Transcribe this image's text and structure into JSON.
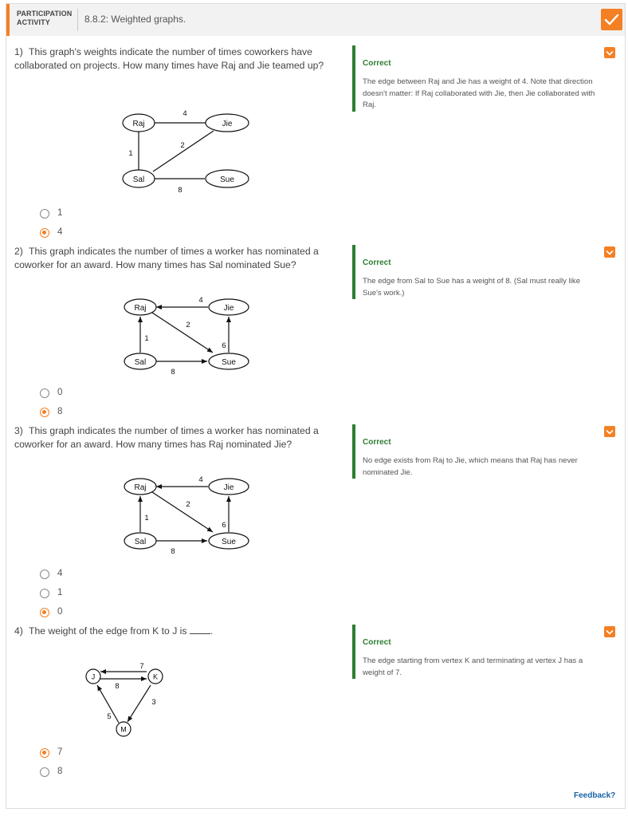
{
  "header": {
    "label": "PARTICIPATION ACTIVITY",
    "title": "8.8.2: Weighted graphs.",
    "icon": "check-icon",
    "accent": "#f48024"
  },
  "questions": [
    {
      "number": "1)",
      "text": "This graph's weights indicate the number of times coworkers have collaborated on projects. How many times have Raj and Jie teamed up?",
      "graph": {
        "nodes": [
          "Raj",
          "Jie",
          "Sal",
          "Sue"
        ],
        "edges": [
          {
            "from": "Raj",
            "to": "Jie",
            "weight": "4"
          },
          {
            "from": "Raj",
            "to": "Sal",
            "weight": "1"
          },
          {
            "from": "Sal",
            "to": "Jie",
            "weight": "2"
          },
          {
            "from": "Sal",
            "to": "Sue",
            "weight": "8"
          }
        ]
      },
      "options": [
        {
          "label": "1",
          "selected": false
        },
        {
          "label": "4",
          "selected": true
        }
      ],
      "feedback": {
        "status": "Correct",
        "text": "The edge between Raj and Jie has a weight of 4. Note that direction doesn't matter: If Raj collaborated with Jie, then Jie collaborated with Raj."
      }
    },
    {
      "number": "2)",
      "text": "This graph indicates the number of times a worker has nominated a coworker for an award. How many times has Sal nominated Sue?",
      "graph": {
        "nodes": [
          "Raj",
          "Jie",
          "Sal",
          "Sue"
        ],
        "edges": [
          {
            "from": "Jie",
            "to": "Raj",
            "weight": "4"
          },
          {
            "from": "Sal",
            "to": "Raj",
            "weight": "1"
          },
          {
            "from": "Raj",
            "to": "Sue",
            "weight": "2"
          },
          {
            "from": "Sue",
            "to": "Jie",
            "weight": "6"
          },
          {
            "from": "Sal",
            "to": "Sue",
            "weight": "8"
          }
        ]
      },
      "options": [
        {
          "label": "0",
          "selected": false
        },
        {
          "label": "8",
          "selected": true
        }
      ],
      "feedback": {
        "status": "Correct",
        "text": "The edge from Sal to Sue has a weight of 8. (Sal must really like Sue's work.)"
      }
    },
    {
      "number": "3)",
      "text": "This graph indicates the number of times a worker has nominated a coworker for an award. How many times has Raj nominated Jie?",
      "graph": {
        "nodes": [
          "Raj",
          "Jie",
          "Sal",
          "Sue"
        ],
        "edges": [
          {
            "from": "Jie",
            "to": "Raj",
            "weight": "4"
          },
          {
            "from": "Sal",
            "to": "Raj",
            "weight": "1"
          },
          {
            "from": "Raj",
            "to": "Sue",
            "weight": "2"
          },
          {
            "from": "Sue",
            "to": "Jie",
            "weight": "6"
          },
          {
            "from": "Sal",
            "to": "Sue",
            "weight": "8"
          }
        ]
      },
      "options": [
        {
          "label": "4",
          "selected": false
        },
        {
          "label": "1",
          "selected": false
        },
        {
          "label": "0",
          "selected": true
        }
      ],
      "feedback": {
        "status": "Correct",
        "text": "No edge exists from Raj to Jie, which means that Raj has never nominated Jie."
      }
    },
    {
      "number": "4)",
      "text": "The weight of the edge from K to J is",
      "text_end": ".",
      "graph": {
        "nodes": [
          "J",
          "K",
          "M"
        ],
        "edges": [
          {
            "from": "K",
            "to": "J",
            "weight": "7"
          },
          {
            "from": "J",
            "to": "K",
            "weight": "8"
          },
          {
            "from": "K",
            "to": "M",
            "weight": "3"
          },
          {
            "from": "M",
            "to": "J",
            "weight": "5"
          }
        ]
      },
      "options": [
        {
          "label": "7",
          "selected": true
        },
        {
          "label": "8",
          "selected": false
        }
      ],
      "feedback": {
        "status": "Correct",
        "text": "The edge starting from vertex K and terminating at vertex J has a weight of 7."
      }
    }
  ],
  "footer": {
    "feedback_link": "Feedback?"
  }
}
